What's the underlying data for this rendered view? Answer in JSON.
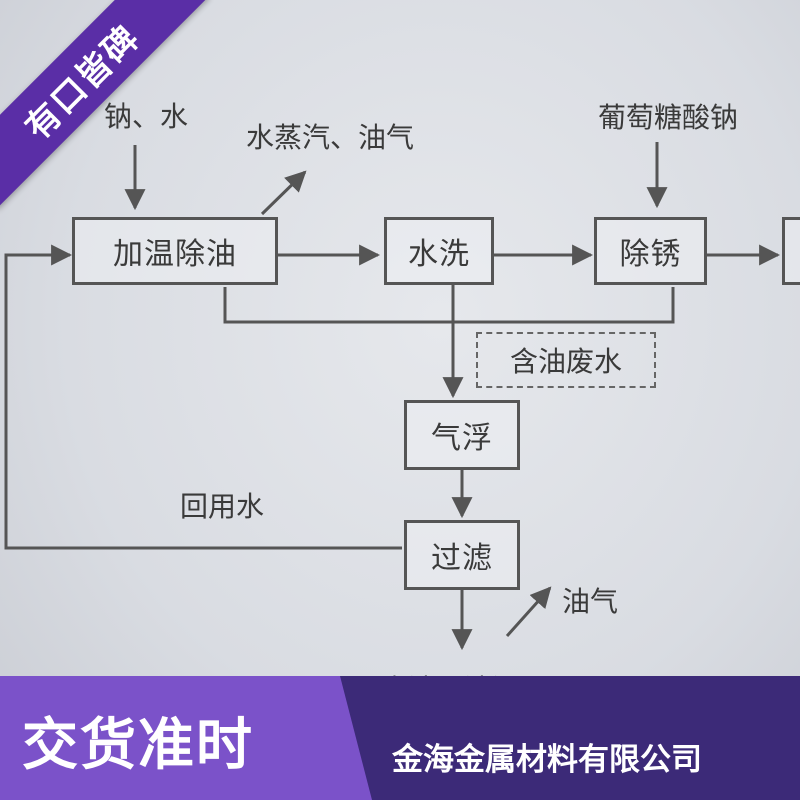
{
  "badge": {
    "text": "有口皆碑"
  },
  "diagram": {
    "inputs": {
      "top_left": "钠、水",
      "top_right": "葡萄糖酸钠"
    },
    "steps": {
      "heat_degrease": "加温除油",
      "water_wash": "水洗",
      "rust_removal": "除锈",
      "air_float": "气浮",
      "filter": "过滤"
    },
    "outputs": {
      "steam_oil_gas": "水蒸汽、油气",
      "oily_wastewater": "含油废水",
      "recycled_water": "回用水",
      "oil_gas": "油气",
      "waste_oil_sludge": "废油、油泥"
    }
  },
  "banner": {
    "slogan": "交货准时",
    "company": "金海金属材料有限公司"
  },
  "colors": {
    "badge": "#5a2ea6",
    "banner_left": "#7b52c9",
    "banner_right": "#3c2a78",
    "line": "#555555"
  }
}
